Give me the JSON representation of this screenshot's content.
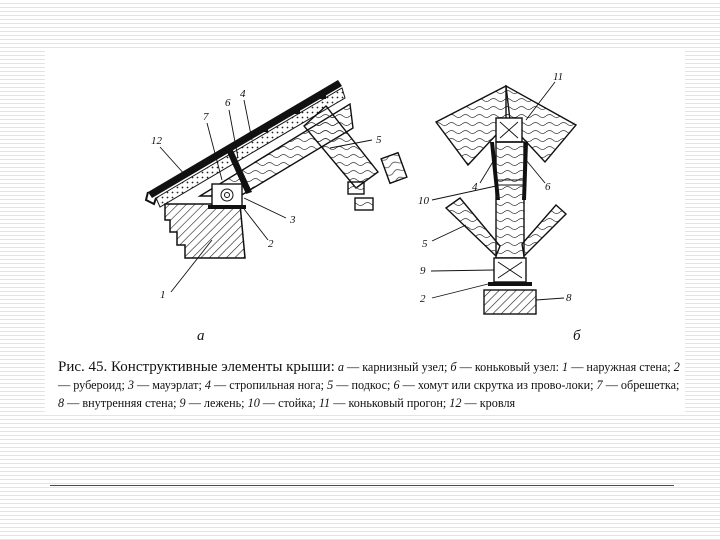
{
  "diagram": {
    "part_a": {
      "letter": "а",
      "callouts": [
        {
          "id": "1",
          "label": "1"
        },
        {
          "id": "2",
          "label": "2"
        },
        {
          "id": "3",
          "label": "3"
        },
        {
          "id": "4",
          "label": "4"
        },
        {
          "id": "5",
          "label": "5"
        },
        {
          "id": "6",
          "label": "6"
        },
        {
          "id": "7",
          "label": "7"
        },
        {
          "id": "12",
          "label": "12"
        }
      ]
    },
    "part_b": {
      "letter": "б",
      "callouts": [
        {
          "id": "11",
          "label": "11"
        },
        {
          "id": "4",
          "label": "4"
        },
        {
          "id": "6",
          "label": "6"
        },
        {
          "id": "10",
          "label": "10"
        },
        {
          "id": "5",
          "label": "5"
        },
        {
          "id": "9",
          "label": "9"
        },
        {
          "id": "2",
          "label": "2"
        },
        {
          "id": "8",
          "label": "8"
        }
      ]
    }
  },
  "caption": {
    "title": "Рис. 45. Конструктивные элементы крыши:",
    "segments": [
      {
        "term": "а",
        "text": " — карнизный узел; "
      },
      {
        "term": "б",
        "text": " — коньковый узел: "
      },
      {
        "term": "1",
        "text": " — наружная стена; "
      },
      {
        "term": "2",
        "text": " — рубероид; "
      },
      {
        "term": "3",
        "text": " — мауэрлат; "
      },
      {
        "term": "4",
        "text": " — стропильная нога; "
      },
      {
        "term": "5",
        "text": " — подкос; "
      },
      {
        "term": "6",
        "text": " — хомут или скрутка из прово-локи; "
      },
      {
        "term": "7",
        "text": " — обрешетка; "
      },
      {
        "term": "8",
        "text": " — внутренняя стена; "
      },
      {
        "term": "9",
        "text": " — лежень; "
      },
      {
        "term": "10",
        "text": " — стойка; "
      },
      {
        "term": "11",
        "text": " — коньковый прогон; "
      },
      {
        "term": "12",
        "text": " — кровля"
      }
    ]
  },
  "colors": {
    "footer_line": "#b71c1c",
    "stripes": "#e4e4e4",
    "ink": "#111111"
  }
}
